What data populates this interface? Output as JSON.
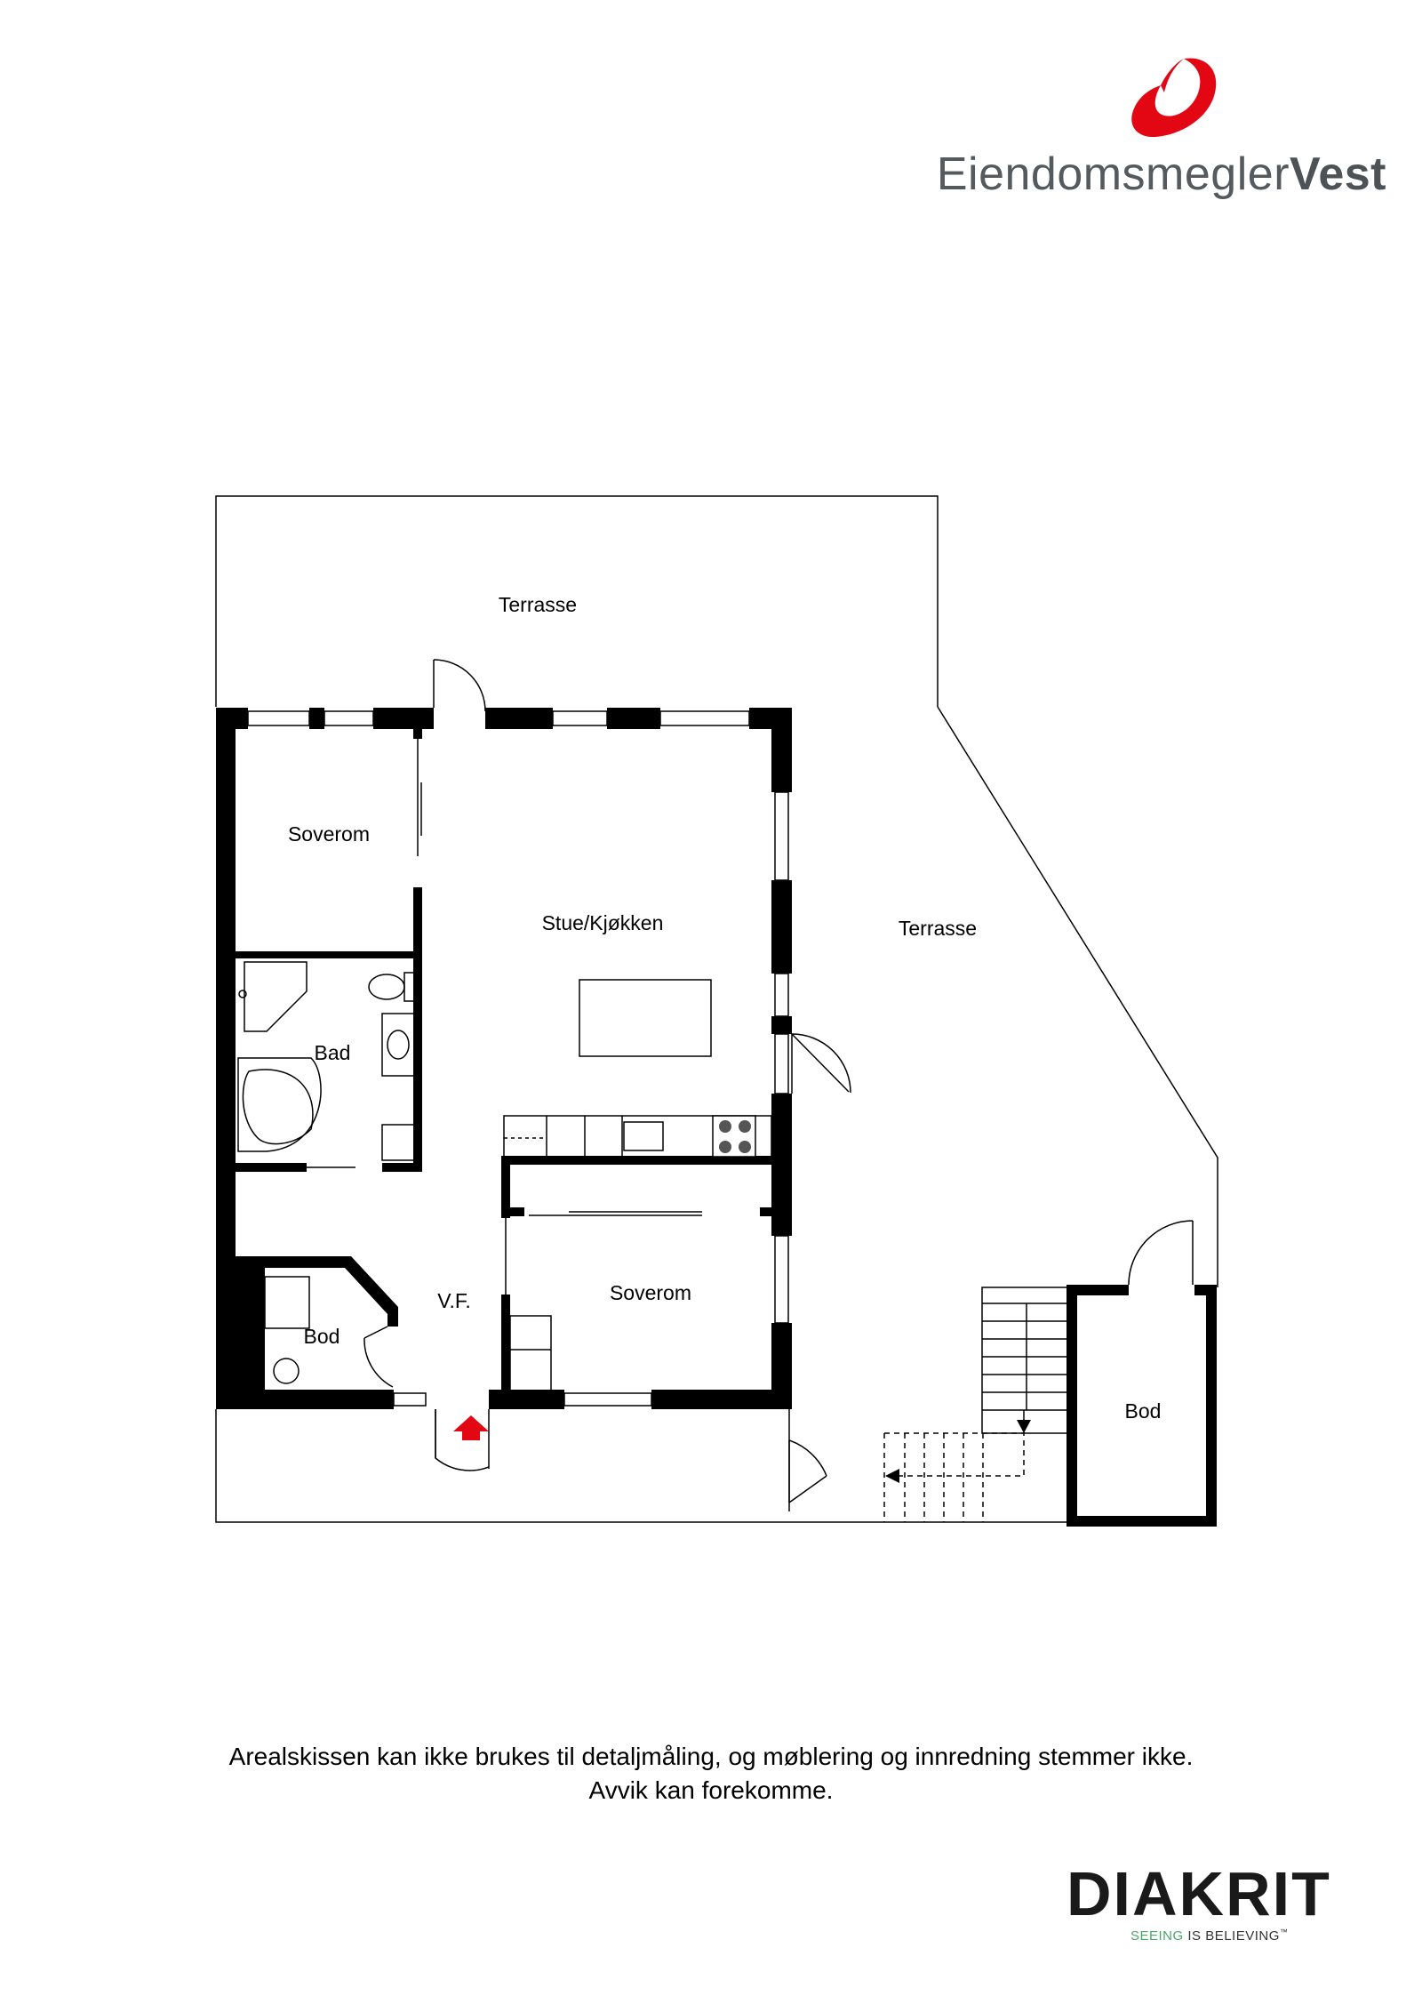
{
  "header": {
    "brand_name_regular": "Eiendomsmegler",
    "brand_name_bold": "Vest",
    "logo_icon": "swoosh-leaf-icon",
    "brand_color": "#e30613"
  },
  "floorplan": {
    "rooms": [
      {
        "id": "terrasse-top",
        "label": "Terrasse"
      },
      {
        "id": "terrasse-right",
        "label": "Terrasse"
      },
      {
        "id": "soverom-1",
        "label": "Soverom"
      },
      {
        "id": "stue-kjokken",
        "label": "Stue/Kjøkken"
      },
      {
        "id": "bad",
        "label": "Bad"
      },
      {
        "id": "vf",
        "label": "V.F."
      },
      {
        "id": "bod-1",
        "label": "Bod"
      },
      {
        "id": "soverom-2",
        "label": "Soverom"
      },
      {
        "id": "bod-2",
        "label": "Bod"
      }
    ],
    "entrance_marker_color": "#e30613",
    "wall_color": "#000000"
  },
  "disclaimer": {
    "line1": "Arealskissen kan ikke brukes til detaljmåling, og møblering og innredning stemmer ikke.",
    "line2": "Avvik kan forekomme."
  },
  "footer_logo": {
    "word": "DIAKRIT",
    "tagline_green": "SEEING",
    "tagline_dark": "IS BELIEVING",
    "trademark": "™",
    "tagline_color": "#4ca56b"
  }
}
